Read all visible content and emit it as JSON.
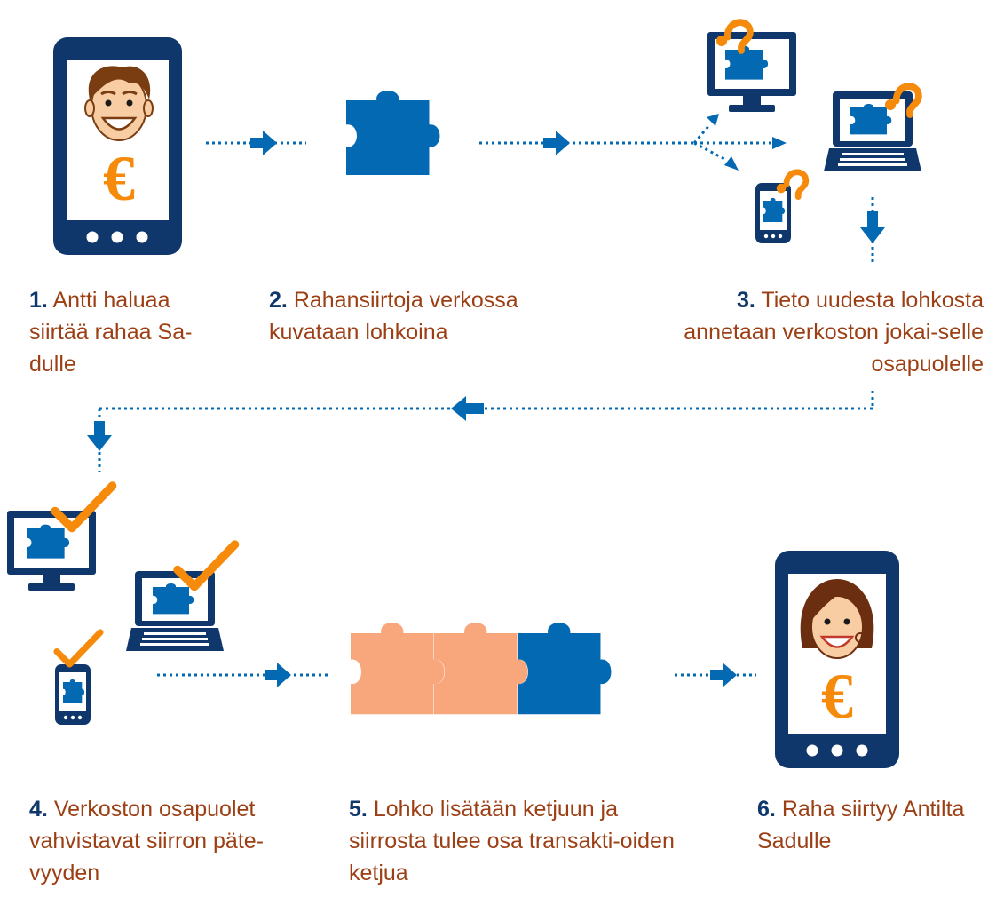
{
  "colors": {
    "navy": "#10376b",
    "blue": "#0369b3",
    "orange": "#f58a0b",
    "peach": "#f8a77c",
    "text": "#9c3f14",
    "skin": "#f9cda4"
  },
  "symbols": {
    "euro": "€",
    "question": "?"
  },
  "steps": [
    {
      "number": "1.",
      "text": "Antti haluaa siirtää rahaa Sa-dulle"
    },
    {
      "number": "2.",
      "text": "Rahansiirtoja verkossa kuvataan lohkoina"
    },
    {
      "number": "3.",
      "text": "Tieto uudesta lohkosta annetaan verkoston jokai-selle osapuolelle"
    },
    {
      "number": "4.",
      "text": "Verkoston osapuolet vahvistavat siirron päte-vyyden"
    },
    {
      "number": "5.",
      "text": "Lohko lisätään ketjuun ja siirrosta tulee osa transakti-oiden ketjua"
    },
    {
      "number": "6.",
      "text": "Raha siirtyy Antilta Sadulle"
    }
  ]
}
